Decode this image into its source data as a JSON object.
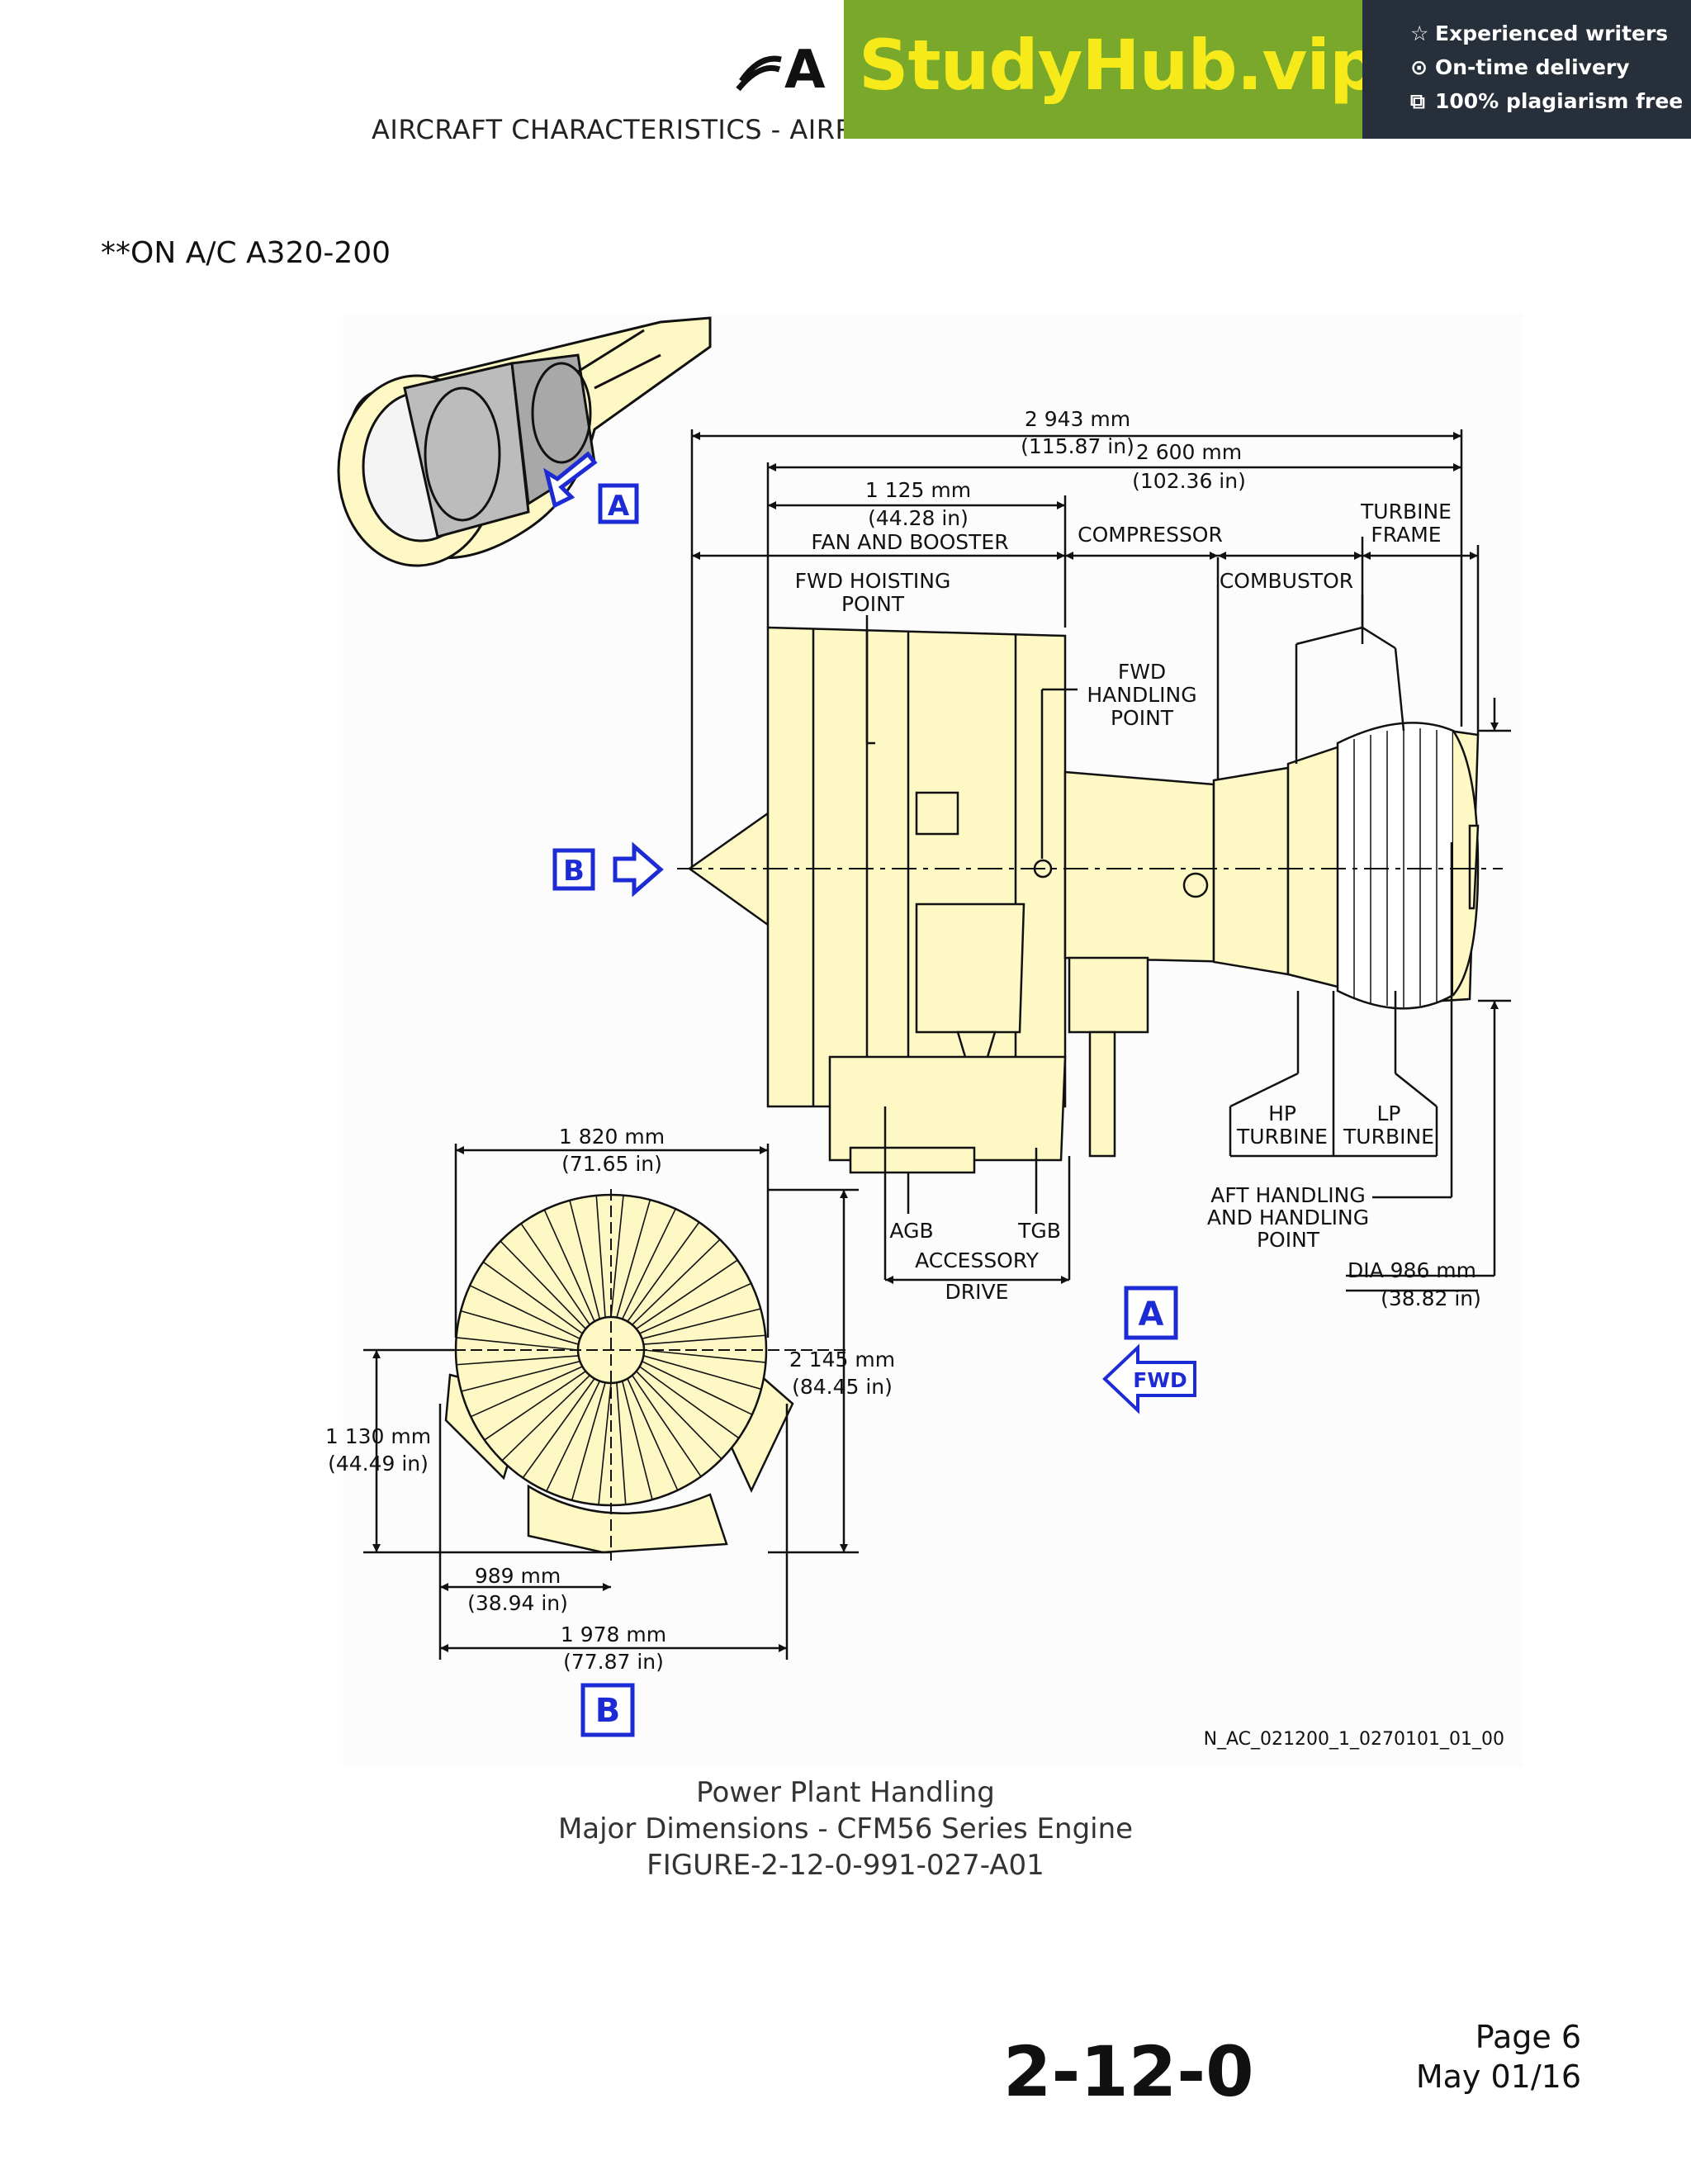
{
  "header": {
    "logo_text": "A",
    "subtitle": "AIRCRAFT CHARACTERISTICS - AIRP"
  },
  "banner": {
    "brand": "StudyHub.vip",
    "features": [
      "Experienced writers",
      "On-time delivery",
      "100% plagiarism free"
    ],
    "icons": [
      "star-icon",
      "clock-icon",
      "copy-icon"
    ],
    "colors": {
      "green": "#7aa82b",
      "yellow": "#f6ea1a",
      "dark": "#27303a"
    }
  },
  "applicability": "**ON A/C A320-200",
  "figure": {
    "colors": {
      "engine_fill": "#fdf8c4",
      "callout_blue": "#1d2bd4"
    },
    "dimensions": {
      "overall_length": {
        "mm": "2 943 mm",
        "in": "(115.87 in)"
      },
      "length_2600": {
        "mm": "2 600 mm",
        "in": "(102.36 in)"
      },
      "fan_booster_length": {
        "mm": "1 125 mm",
        "in": "(44.28 in)"
      },
      "fan_width": {
        "mm": "1 820 mm",
        "in": "(71.65 in)"
      },
      "height": {
        "mm": "2 145 mm",
        "in": "(84.45 in)"
      },
      "centerline_height": {
        "mm": "1 130 mm",
        "in": "(44.49 in)"
      },
      "half_width": {
        "mm": "989 mm",
        "in": "(38.94 in)"
      },
      "total_width": {
        "mm": "1 978 mm",
        "in": "(77.87 in)"
      },
      "dia": {
        "mm": "DIA 986 mm",
        "in": "(38.82 in)"
      }
    },
    "labels": {
      "fan_booster": "FAN AND BOOSTER",
      "compressor": "COMPRESSOR",
      "turbine_frame_1": "TURBINE",
      "turbine_frame_2": "FRAME",
      "combustor": "COMBUSTOR",
      "fwd_hoisting_1": "FWD HOISTING",
      "fwd_hoisting_2": "POINT",
      "fwd_handling_1": "FWD",
      "fwd_handling_2": "HANDLING",
      "fwd_handling_3": "POINT",
      "hp_turbine_1": "HP",
      "hp_turbine_2": "TURBINE",
      "lp_turbine_1": "LP",
      "lp_turbine_2": "TURBINE",
      "aft_handling_1": "AFT HANDLING",
      "aft_handling_2": "AND HANDLING",
      "aft_handling_3": "POINT",
      "agb": "AGB",
      "tgb": "TGB",
      "accessory": "ACCESSORY",
      "drive": "DRIVE",
      "callout_a": "A",
      "callout_b": "B",
      "fwd_arrow": "FWD",
      "drawing_ref": "N_AC_021200_1_0270101_01_00"
    }
  },
  "caption": {
    "line1": "Power Plant Handling",
    "line2": "Major Dimensions - CFM56 Series Engine",
    "line3": "FIGURE-2-12-0-991-027-A01"
  },
  "footer": {
    "section": "2-12-0",
    "page": "Page  6",
    "date": "May  01/16"
  }
}
